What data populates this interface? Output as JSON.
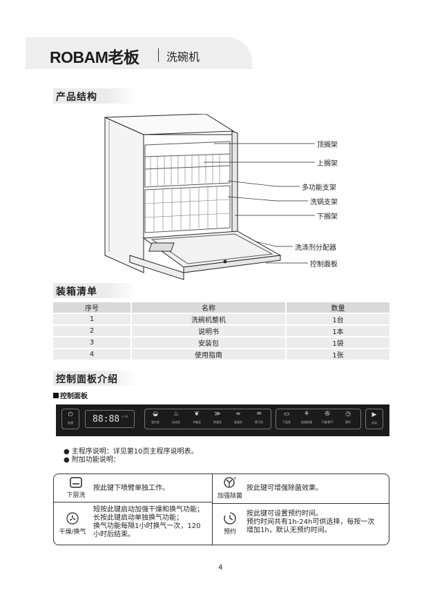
{
  "header": {
    "brand": "ROBAM老板",
    "product": "洗碗机"
  },
  "sections": {
    "structure": "产品结构",
    "packing": "装箱清单",
    "panel": "控制面板介绍"
  },
  "structure_labels": [
    "顶搁架",
    "上搁架",
    "多功能支架",
    "洗锅支架",
    "下搁架",
    "洗涤剂分配器",
    "控制面板"
  ],
  "packing_list": {
    "headers": [
      "序号",
      "名称",
      "数量"
    ],
    "rows": [
      [
        "1",
        "洗碗机整机",
        "1台"
      ],
      [
        "2",
        "说明书",
        "1本"
      ],
      [
        "3",
        "安装包",
        "1袋"
      ],
      [
        "4",
        "使用指南",
        "1张"
      ]
    ]
  },
  "panel": {
    "label": "控制面板",
    "display": "88:88",
    "display_small": "小 时",
    "power": "电源",
    "programs": [
      "强力洗",
      "自动洗",
      "节能洗",
      "快速洗",
      "轻柔洗",
      "蒸汽洗"
    ],
    "functions": [
      "下层洗",
      "加强除菌",
      "干燥/换气",
      "预约"
    ],
    "start": "启动"
  },
  "notes": [
    "主程序说明：详见第10页主程序说明表。",
    "附加功能说明："
  ],
  "functions": {
    "lower_wash": {
      "name": "下层洗",
      "desc": "按此键下喷臂单独工作。"
    },
    "sterilize": {
      "name": "加强除菌",
      "desc": "按此键可增强除菌效果。"
    },
    "dry_vent": {
      "name": "干燥/换气",
      "desc": [
        "短按此键启动加强干燥和换气功能；",
        "长按此键启动单独换气功能；",
        "换气功能每隔1小时换气一次，120",
        "小时后结束。"
      ]
    },
    "delay": {
      "name": "预约",
      "desc": [
        "按此键可设置预约时间。",
        "预约时间共有1h-24h可供选择，每按一次",
        "增加1h，默认无预约时间。"
      ]
    }
  },
  "page_number": "4"
}
